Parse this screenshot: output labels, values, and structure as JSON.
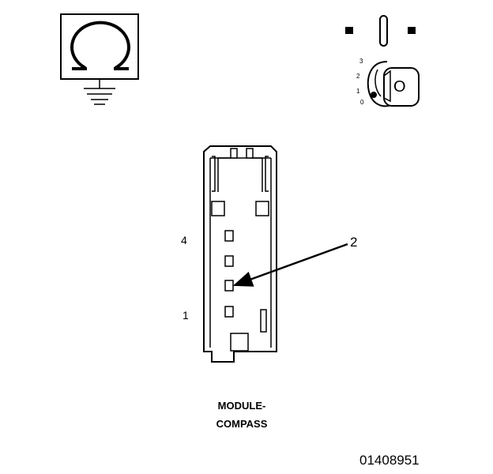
{
  "diagram": {
    "ohmmeter_symbol": "omega-icon",
    "ground_symbol": "ground-icon",
    "ignition_positions": [
      "3",
      "2",
      "1",
      "0"
    ],
    "ignition_key_label": "O",
    "pin_labels": {
      "top": "4",
      "bottom": "1"
    },
    "callout": "2",
    "caption_line1": "MODULE-",
    "caption_line2": "COMPASS",
    "doc_id": "01408951"
  }
}
